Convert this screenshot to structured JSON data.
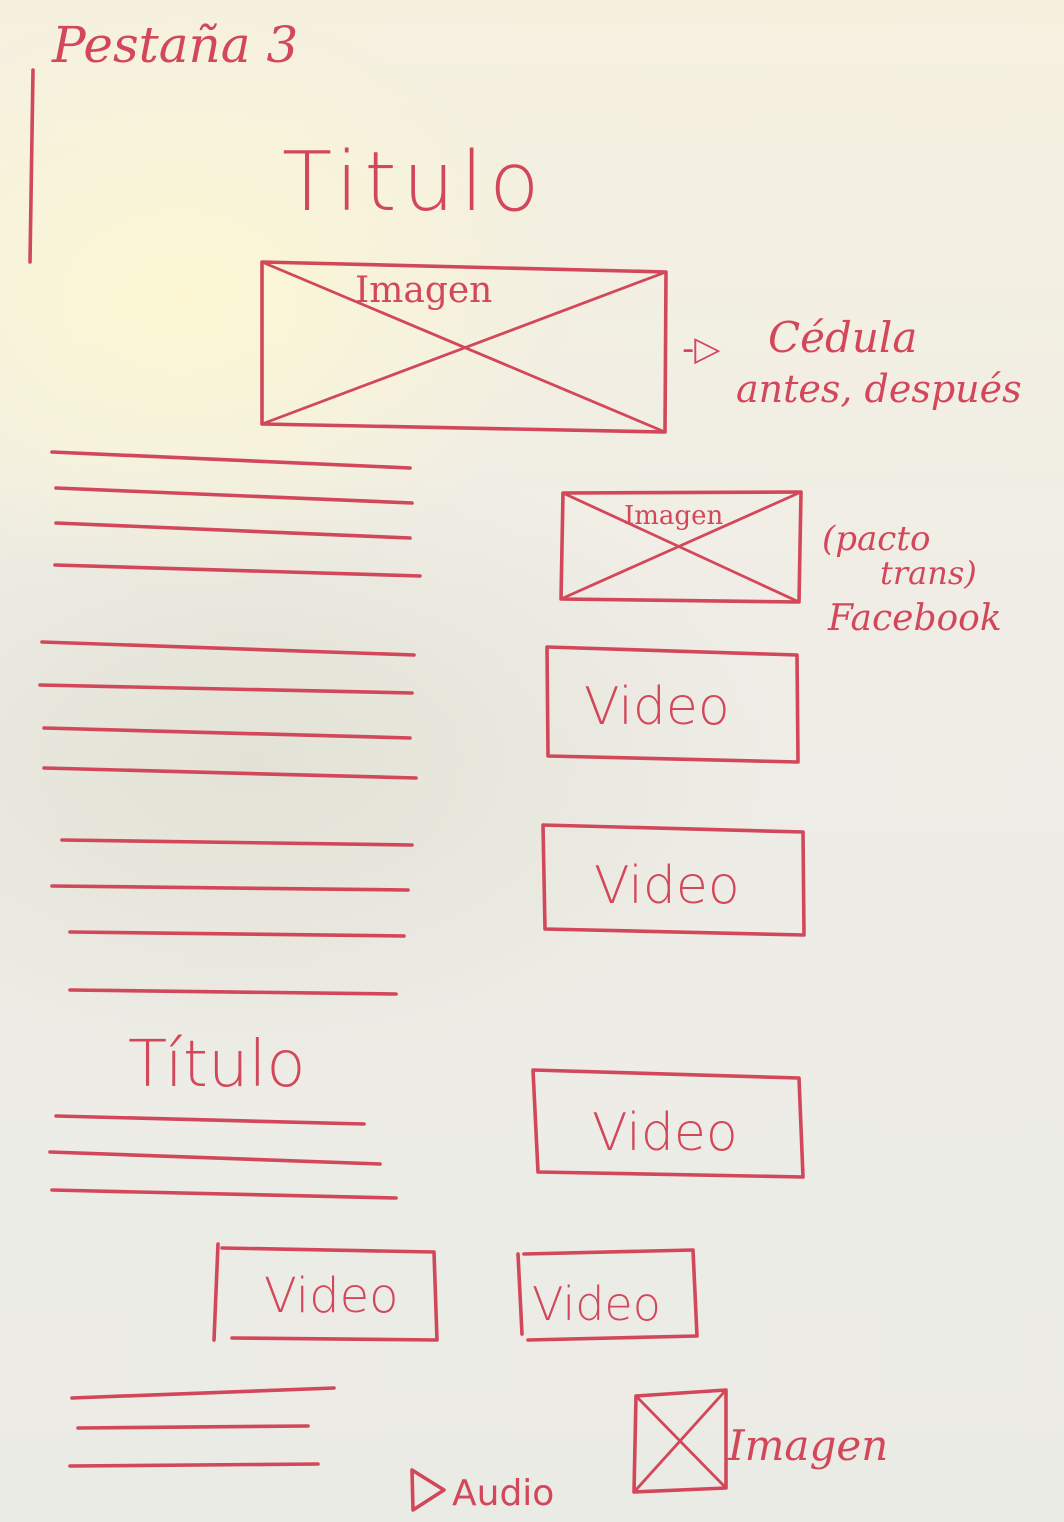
{
  "tab_label": "Pestaña 3",
  "hero": {
    "title": "Titulo",
    "image_label": "Imagen",
    "annotation_arrow": "-▷",
    "annotation_line1": "Cédula",
    "annotation_line2": "antes, después"
  },
  "side_image": {
    "label": "Imagen",
    "note_line1": "(pacto",
    "note_line2": "trans)",
    "note_line3": "Facebook"
  },
  "videos": [
    {
      "label": "Video"
    },
    {
      "label": "Video"
    },
    {
      "label": "Video"
    },
    {
      "label": "Video"
    },
    {
      "label": "Video"
    }
  ],
  "second_section": {
    "title": "Título"
  },
  "footer": {
    "audio_icon": "play-triangle-icon",
    "audio_label": "Audio",
    "image_label": "Imagen"
  },
  "colors": {
    "ink": "#d3475a",
    "paper": "#efede6"
  }
}
